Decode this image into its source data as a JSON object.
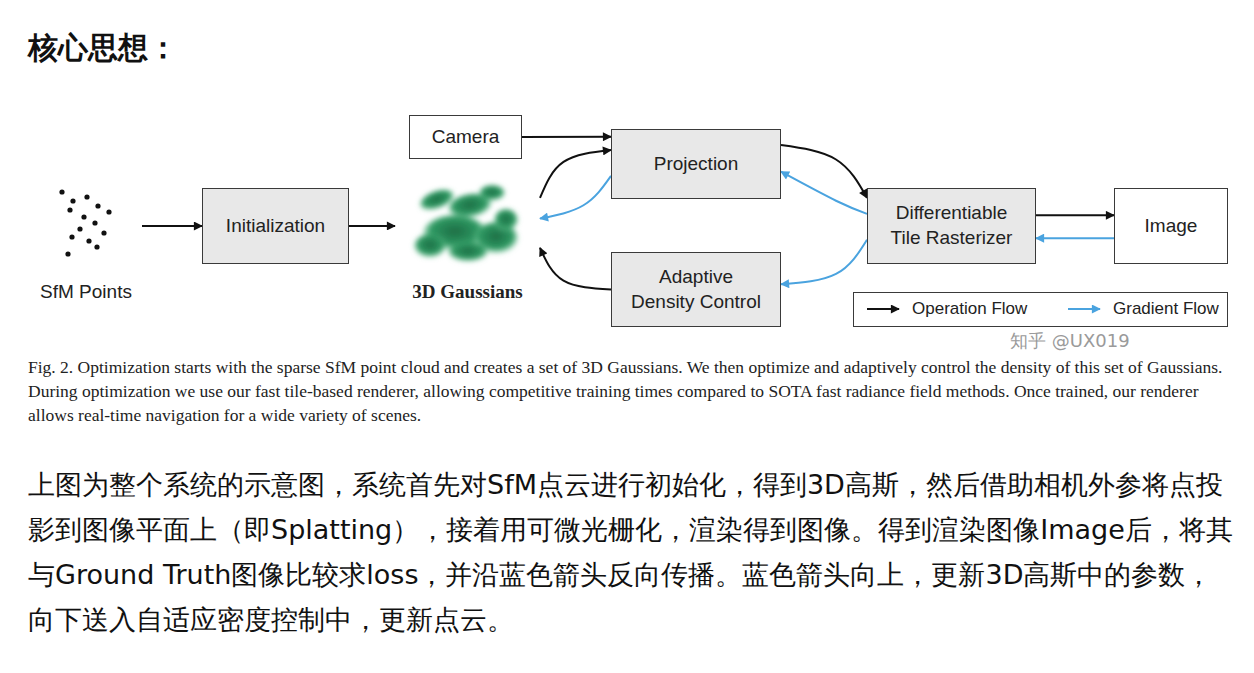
{
  "diagram": {
    "title": "核心思想：",
    "caption": "Fig. 2. Optimization starts with the sparse SfM point cloud and creates a set of 3D Gaussians. We then optimize and adaptively control the density of this set of Gaussians. During optimization we use our fast tile-based renderer, allowing competitive training times compared to SOTA fast radiance field methods. Once trained, our renderer allows real-time navigation for a wide variety of scenes.",
    "nodes": [
      {
        "text": [
          "SfM Points"
        ]
      },
      {
        "text": [
          "Initialization"
        ]
      },
      {
        "text": [
          "3D Gaussians"
        ]
      },
      {
        "text": [
          "Camera"
        ]
      },
      {
        "text": [
          "Projection"
        ]
      },
      {
        "text": [
          "Adaptive Density Control"
        ]
      },
      {
        "text": [
          "Differentiable Tile Rasterizer"
        ]
      },
      {
        "text": [
          "Image"
        ]
      }
    ],
    "edges": [
      {
        "from": 0,
        "to": 1,
        "arrow": "to"
      },
      {
        "from": 1,
        "to": 2,
        "arrow": "to"
      },
      {
        "from": 3,
        "to": 4,
        "arrow": "to"
      },
      {
        "from": 2,
        "to": 4,
        "arrow": "to"
      },
      {
        "from": 4,
        "to": 2,
        "arrow": "to"
      },
      {
        "from": 4,
        "to": 6,
        "arrow": "to"
      },
      {
        "from": 6,
        "to": 4,
        "arrow": "to"
      },
      {
        "from": 6,
        "to": 7,
        "arrow": "to"
      },
      {
        "from": 7,
        "to": 6,
        "arrow": "to"
      },
      {
        "from": 6,
        "to": 5,
        "arrow": "to"
      },
      {
        "from": 5,
        "to": 2,
        "arrow": "to"
      }
    ],
    "labels": [
      "上图为整个系统的示意图，系统首先对SfM点云进行初始化，得到3D高斯，然后借助相机外参将点投影到图像平面上（即Splatting），接着用可微光栅化，渲染得到图像。得到渲染图像Image后，将其与Ground Truth图像比较求loss，并沿蓝色箭头反向传播。蓝色箭头向上，更新3D高斯中的参数，向下送入自适应密度控制中，更新点云。",
      "知乎 @UX019"
    ],
    "legend": [
      {
        "text": "Operation Flow"
      },
      {
        "text": "Gradient Flow"
      }
    ]
  }
}
